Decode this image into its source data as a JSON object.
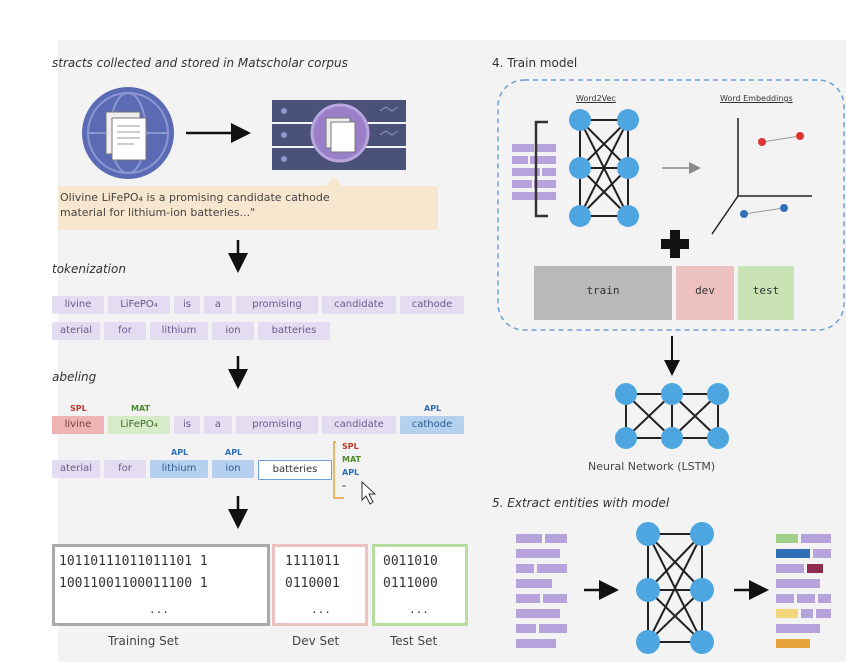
{
  "step1": {
    "heading": "stracts collected and stored in Matscholar corpus",
    "quote_line1": "Olivine LiFePO₄ is a promising candidate cathode",
    "quote_line2": "material for lithium-ion batteries...\""
  },
  "tokenization": {
    "heading": "tokenization",
    "row1": [
      "livine",
      "LiFePO₄",
      "is",
      "a",
      "promising",
      "candidate",
      "cathode"
    ],
    "row2": [
      "aterial",
      "for",
      "lithium",
      "ion",
      "batteries"
    ]
  },
  "labeling": {
    "heading": "abeling",
    "row1": [
      "livine",
      "LiFePO₄",
      "is",
      "a",
      "promising",
      "candidate",
      "cathode"
    ],
    "row1_labels": [
      "SPL",
      "MAT",
      "",
      "",
      "",
      "",
      "APL"
    ],
    "row1_colors": [
      "red",
      "green",
      "",
      "",
      "",
      "",
      "blue"
    ],
    "row2": [
      "aterial",
      "for",
      "lithium",
      "ion",
      "batteries"
    ],
    "row2_labels": [
      "",
      "",
      "APL",
      "APL",
      ""
    ],
    "row2_colors": [
      "",
      "",
      "blue",
      "blue",
      "sel"
    ],
    "dropdown": [
      "SPL",
      "MAT",
      "APL",
      "–"
    ]
  },
  "datasets": {
    "training": {
      "line1": "10110111011011101 1",
      "line2": "10011001100011100 1",
      "dots": "...",
      "caption": "Training Set"
    },
    "dev": {
      "line1": "1111011",
      "line2": "0110001",
      "dots": "...",
      "caption": "Dev Set"
    },
    "test": {
      "line1": "0011010",
      "line2": "0111000",
      "dots": "...",
      "caption": "Test Set"
    }
  },
  "step4": {
    "heading": "4. Train model",
    "word2vec_label": "Word2Vec",
    "embeddings_label": "Word Embeddings",
    "splits": [
      "train",
      "dev",
      "test"
    ],
    "nn_caption": "Neural Network (LSTM)"
  },
  "step5": {
    "heading": "5. Extract entities with model"
  },
  "colors": {
    "node": "#4ea6e0",
    "token_purple": "#e4dcf1",
    "bar_purple": "#b7a3dc",
    "train_gray": "#b9b9b9",
    "dev_pink": "#eec1c1",
    "test_green": "#c9e3b4",
    "quote_bg": "#f7e7cf",
    "globe": "#5b6ab4",
    "server": "#4a5279"
  }
}
